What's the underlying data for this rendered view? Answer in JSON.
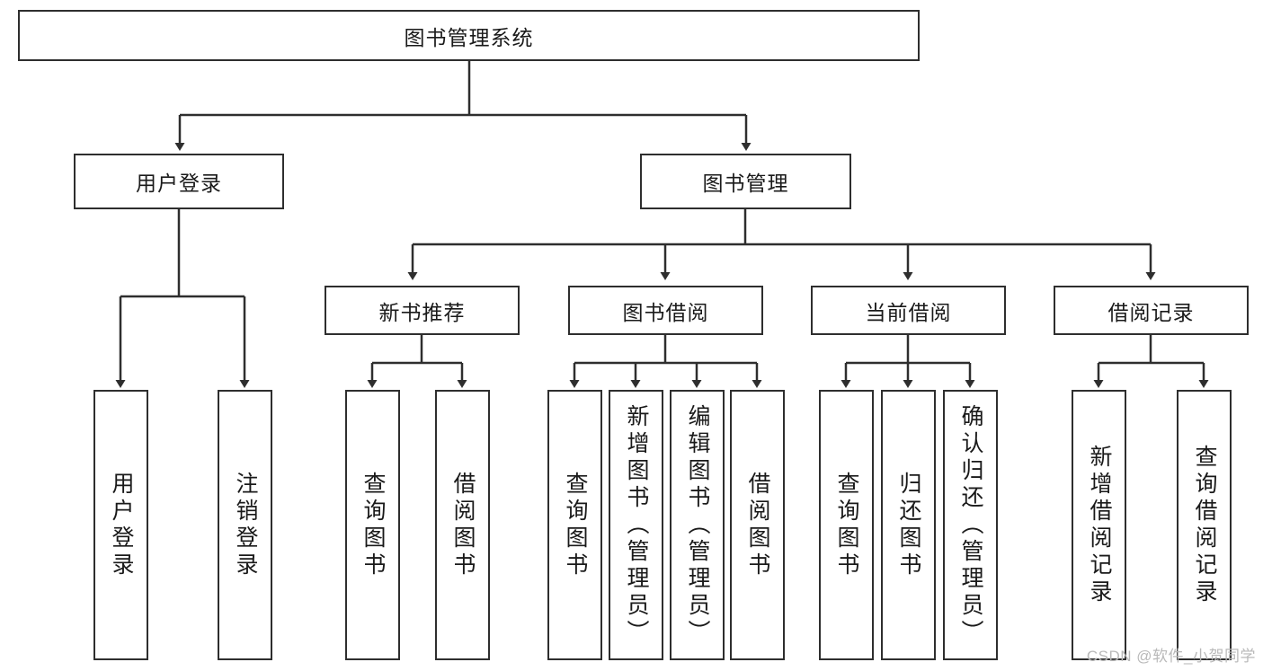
{
  "diagram": {
    "type": "tree",
    "title": "图书管理系统",
    "watermark": "CSDN @软件_小贺同学",
    "root": {
      "id": "root",
      "label": "图书管理系统",
      "orientation": "horizontal"
    },
    "level2": [
      {
        "id": "user-login",
        "label": "用户登录",
        "orientation": "horizontal"
      },
      {
        "id": "book-management",
        "label": "图书管理",
        "orientation": "horizontal"
      }
    ],
    "level3": [
      {
        "id": "new-book-recommend",
        "label": "新书推荐",
        "orientation": "horizontal",
        "parent": "book-management"
      },
      {
        "id": "book-borrow",
        "label": "图书借阅",
        "orientation": "horizontal",
        "parent": "book-management"
      },
      {
        "id": "current-borrow",
        "label": "当前借阅",
        "orientation": "horizontal",
        "parent": "book-management"
      },
      {
        "id": "borrow-record",
        "label": "借阅记录",
        "orientation": "horizontal",
        "parent": "book-management"
      }
    ],
    "leaves": [
      {
        "id": "leaf-user-login",
        "label": "用户登录",
        "orientation": "vertical",
        "parent": "user-login"
      },
      {
        "id": "leaf-logout-login",
        "label": "注销登录",
        "orientation": "vertical",
        "parent": "user-login"
      },
      {
        "id": "leaf-query-book-1",
        "label": "查询图书",
        "orientation": "vertical",
        "parent": "new-book-recommend"
      },
      {
        "id": "leaf-borrow-book-1",
        "label": "借阅图书",
        "orientation": "vertical",
        "parent": "new-book-recommend"
      },
      {
        "id": "leaf-query-book-2",
        "label": "查询图书",
        "orientation": "vertical",
        "parent": "book-borrow"
      },
      {
        "id": "leaf-add-book",
        "label": "新增图书（管理员）",
        "orientation": "vertical",
        "parent": "book-borrow"
      },
      {
        "id": "leaf-edit-book",
        "label": "编辑图书（管理员）",
        "orientation": "vertical",
        "parent": "book-borrow"
      },
      {
        "id": "leaf-borrow-book-2",
        "label": "借阅图书",
        "orientation": "vertical",
        "parent": "book-borrow"
      },
      {
        "id": "leaf-query-book-3",
        "label": "查询图书",
        "orientation": "vertical",
        "parent": "current-borrow"
      },
      {
        "id": "leaf-return-book",
        "label": "归还图书",
        "orientation": "vertical",
        "parent": "current-borrow"
      },
      {
        "id": "leaf-confirm-return",
        "label": "确认归还（管理员）",
        "orientation": "vertical",
        "parent": "current-borrow"
      },
      {
        "id": "leaf-add-record",
        "label": "新增借阅记录",
        "orientation": "vertical",
        "parent": "borrow-record"
      },
      {
        "id": "leaf-query-record",
        "label": "查询借阅记录",
        "orientation": "vertical",
        "parent": "borrow-record"
      }
    ],
    "colors": {
      "stroke": "#2e2e2e",
      "fill": "#ffffff",
      "text": "#1a1a1a",
      "watermark": "#b9b9b9"
    }
  }
}
